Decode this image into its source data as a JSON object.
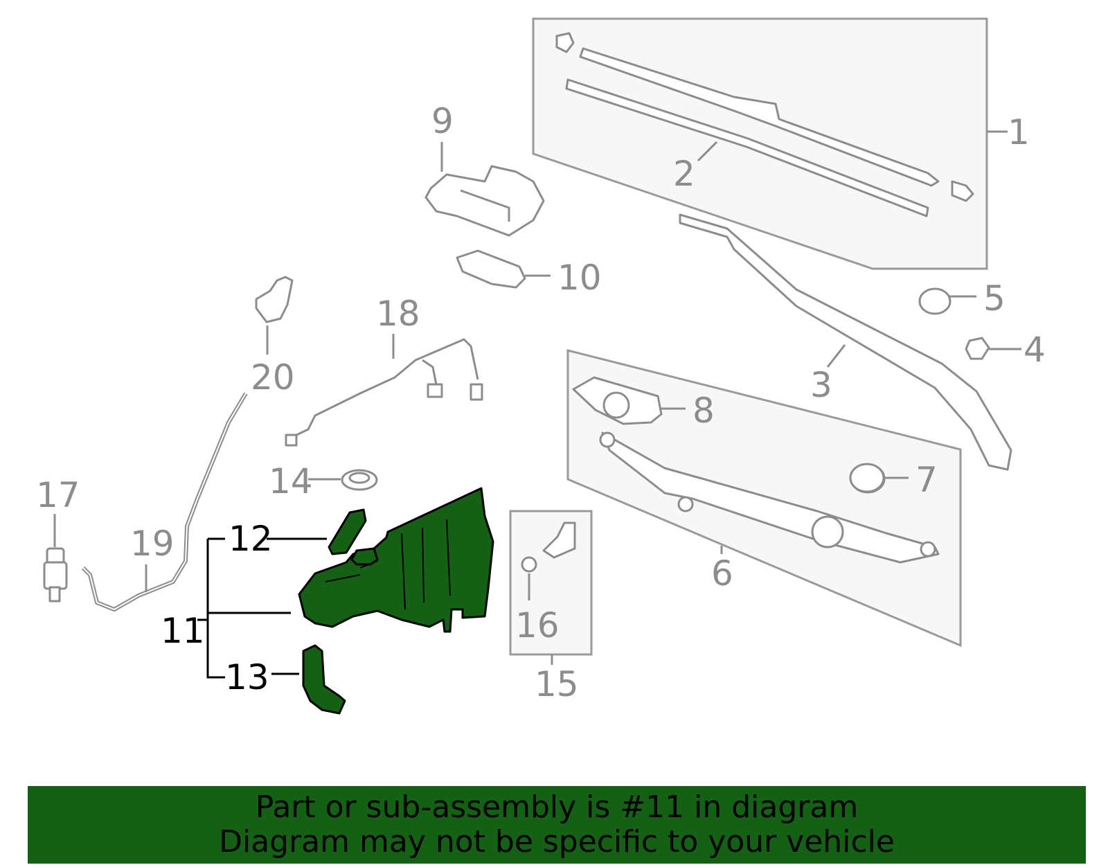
{
  "callouts": {
    "c1": "1",
    "c2": "2",
    "c3": "3",
    "c4": "4",
    "c5": "5",
    "c6": "6",
    "c7": "7",
    "c8": "8",
    "c9": "9",
    "c10": "10",
    "c11": "11",
    "c12": "12",
    "c13": "13",
    "c14": "14",
    "c15": "15",
    "c16": "16",
    "c17": "17",
    "c18": "18",
    "c19": "19",
    "c20": "20"
  },
  "highlight": {
    "part_number": "11",
    "color": "#146014"
  },
  "banner": {
    "line1": "Part or sub-assembly is #11 in diagram",
    "line2": "Diagram may not be specific to your vehicle"
  },
  "colors": {
    "highlight_fill": "#146014",
    "part_outline": "#8c8c8c",
    "panel_fill": "#f7f7f7"
  }
}
